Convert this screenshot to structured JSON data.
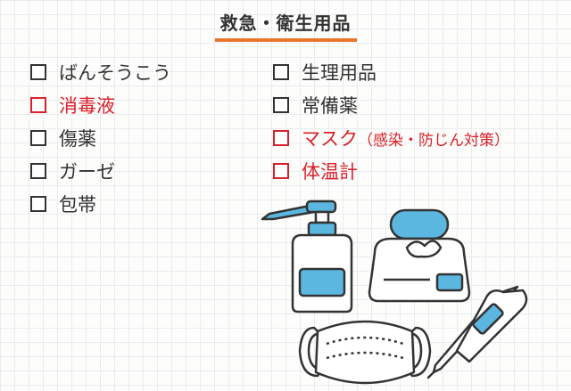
{
  "title": "救急・衛生用品",
  "colors": {
    "accent": "#e8762b",
    "highlight": "#d9202a",
    "text": "#333333",
    "illustration_blue": "#5bb6e0"
  },
  "left_items": [
    {
      "label": "ばんそうこう",
      "highlight": false
    },
    {
      "label": "消毒液",
      "highlight": true
    },
    {
      "label": "傷薬",
      "highlight": false
    },
    {
      "label": "ガーゼ",
      "highlight": false
    },
    {
      "label": "包帯",
      "highlight": false
    }
  ],
  "right_items": [
    {
      "label": "生理用品",
      "highlight": false
    },
    {
      "label": "常備薬",
      "highlight": false
    },
    {
      "label": "マスク",
      "note": "（感染・防じん対策）",
      "highlight": true
    },
    {
      "label": "体温計",
      "highlight": true
    }
  ],
  "illustration": {
    "icons": [
      "sanitizer-bottle-icon",
      "tissue-box-icon",
      "face-mask-icon",
      "thermometer-icon"
    ]
  }
}
